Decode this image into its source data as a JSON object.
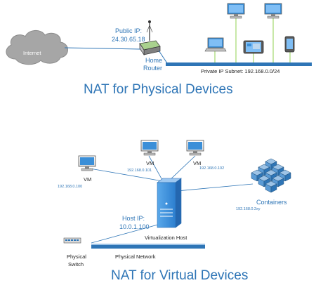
{
  "physical": {
    "title": "NAT for Physical Devices",
    "internet_label": "Internet",
    "public_ip_label": "Public IP:",
    "public_ip": "24.30.65.18",
    "router_label_line1": "Home",
    "router_label_line2": "Router",
    "subnet_label": "Private IP Subnet: 192.168.0.0/24"
  },
  "virtual": {
    "title": "NAT for Virtual Devices",
    "vm1_label": "VM",
    "vm1_ip": "192.168.0.100",
    "vm2_label": "VM",
    "vm2_ip": "192.168.0.101",
    "vm3_label": "VM",
    "vm3_ip": "192.168.0.102",
    "containers_label": "Containers",
    "containers_ip": "192.168.0.2xy",
    "host_ip_label": "Host IP:",
    "host_ip": "10.0.1.100",
    "host_label": "Virtualization Host",
    "network_label": "Physical Network",
    "switch_label_line1": "Physical",
    "switch_label_line2": "Switch"
  },
  "colors": {
    "accent": "#2e75b6",
    "line_green": "#92d050",
    "device_blue": "#3b8fd8",
    "cloud_grey": "#a6a6a6"
  },
  "icons": [
    "cloud-icon",
    "router-icon",
    "desktop-icon",
    "laptop-icon",
    "tablet-icon",
    "phone-icon",
    "server-icon",
    "containers-icon",
    "switch-icon"
  ]
}
